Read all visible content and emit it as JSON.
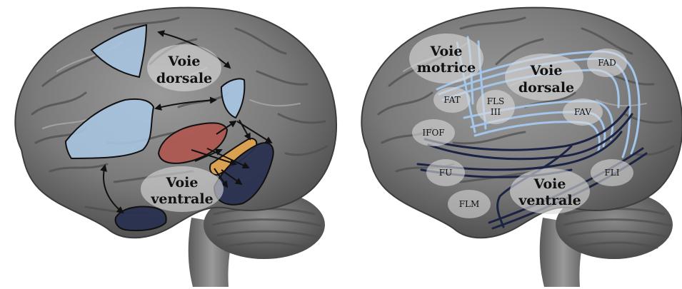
{
  "left_panel": {
    "labels": {
      "dorsal": [
        "Voie",
        "dorsale"
      ],
      "ventral": [
        "Voie",
        "ventrale"
      ]
    }
  },
  "right_panel": {
    "labels": {
      "motor": [
        "Voie",
        "motrice"
      ],
      "dorsal": [
        "Voie",
        "dorsale"
      ],
      "ventral": [
        "Voie",
        "ventrale"
      ],
      "fad": "FAD",
      "fat": "FAT",
      "fls": [
        "FLS",
        "III"
      ],
      "fav": "FAV",
      "ifof": "IFOF",
      "fu": "FU",
      "flm": "FLM",
      "fli": "FLI"
    }
  },
  "colors": {
    "light_blue_region": "#a9c6e4",
    "red_region": "#b0554f",
    "orange_region": "#e2a44d",
    "navy_region": "#27304f",
    "dorsal_tract": "#a4c6ea",
    "ventral_tract": "#1b2345",
    "label_bubble": "#d9d9d9"
  }
}
